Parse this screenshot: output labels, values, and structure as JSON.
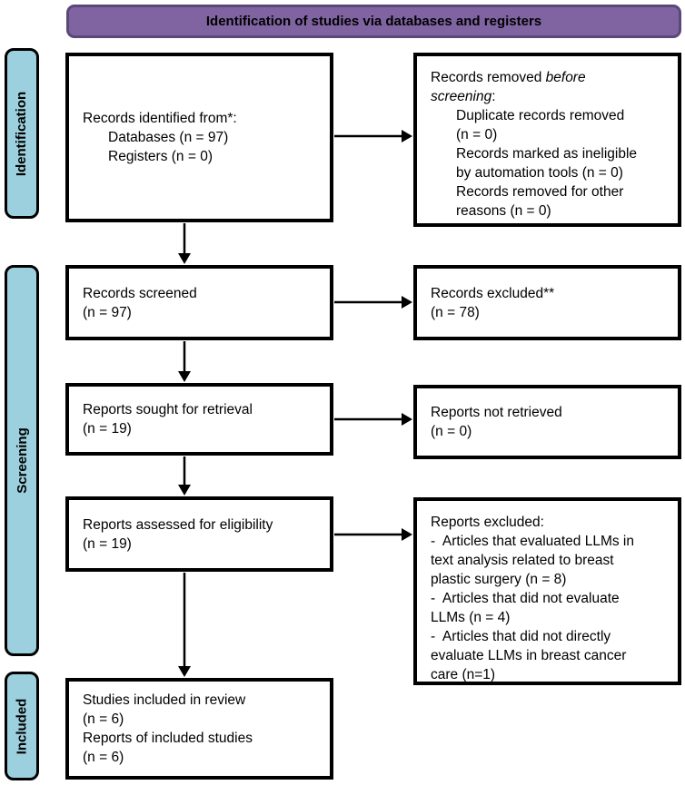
{
  "banner": {
    "title": "Identification of studies via databases and registers"
  },
  "colors": {
    "banner_fill": "#8064a2",
    "banner_border": "#5a4878",
    "stage_fill": "#9cd0de",
    "box_border": "#000000",
    "text": "#000000"
  },
  "stages": {
    "identification": {
      "label": "Identification"
    },
    "screening": {
      "label": "Screening"
    },
    "included": {
      "label": "Included"
    }
  },
  "boxes": {
    "records_identified": {
      "lines": [
        {
          "text": "Records identified from*:",
          "indent": 0
        },
        {
          "text": "Databases (n = 97)",
          "indent": 1
        },
        {
          "text": "Registers (n = 0)",
          "indent": 1
        }
      ]
    },
    "records_removed": {
      "lines": [
        {
          "segments": [
            {
              "text": "Records removed ",
              "italic": false
            },
            {
              "text": "before",
              "italic": true
            }
          ],
          "indent": 0
        },
        {
          "segments": [
            {
              "text": "screening",
              "italic": true
            },
            {
              "text": ":",
              "italic": false
            }
          ],
          "indent": 0
        },
        {
          "text": "Duplicate records removed",
          "indent": 1
        },
        {
          "text": "(n = 0)",
          "indent": 1
        },
        {
          "text": "Records marked as ineligible",
          "indent": 1
        },
        {
          "text": "by automation tools (n = 0)",
          "indent": 1
        },
        {
          "text": "Records removed for other",
          "indent": 1
        },
        {
          "text": "reasons (n = 0)",
          "indent": 1
        }
      ]
    },
    "records_screened": {
      "lines": [
        {
          "text": "Records screened",
          "indent": 0
        },
        {
          "text": "(n = 97)",
          "indent": 0
        }
      ]
    },
    "records_excluded": {
      "lines": [
        {
          "text": "Records excluded**",
          "indent": 0
        },
        {
          "text": "(n = 78)",
          "indent": 0
        }
      ]
    },
    "reports_sought": {
      "lines": [
        {
          "text": "Reports sought for retrieval",
          "indent": 0
        },
        {
          "text": "(n = 19)",
          "indent": 0
        }
      ]
    },
    "reports_not_retrieved": {
      "lines": [
        {
          "text": "Reports not retrieved",
          "indent": 0
        },
        {
          "text": "(n = 0)",
          "indent": 0
        }
      ]
    },
    "reports_assessed": {
      "lines": [
        {
          "text": "Reports assessed for eligibility",
          "indent": 0
        },
        {
          "text": "(n = 19)",
          "indent": 0
        }
      ]
    },
    "reports_excluded": {
      "lines": [
        {
          "text": "Reports excluded:",
          "indent": 0
        },
        {
          "text": "-  Articles that evaluated LLMs in",
          "indent": 0
        },
        {
          "text": "text analysis related to breast",
          "indent": 0
        },
        {
          "text": "plastic surgery (n = 8)",
          "indent": 0
        },
        {
          "text": "-  Articles that did not evaluate",
          "indent": 0
        },
        {
          "text": "LLMs (n = 4)",
          "indent": 0
        },
        {
          "text": "-  Articles that did not directly",
          "indent": 0
        },
        {
          "text": "evaluate LLMs in breast cancer",
          "indent": 0
        },
        {
          "text": "care (n=1)",
          "indent": 0
        }
      ]
    },
    "studies_included": {
      "lines": [
        {
          "text": "Studies included in review",
          "indent": 0
        },
        {
          "text": "(n = 6)",
          "indent": 0
        },
        {
          "text": "Reports of included studies",
          "indent": 0
        },
        {
          "text": "(n = 6)",
          "indent": 0
        }
      ]
    }
  }
}
